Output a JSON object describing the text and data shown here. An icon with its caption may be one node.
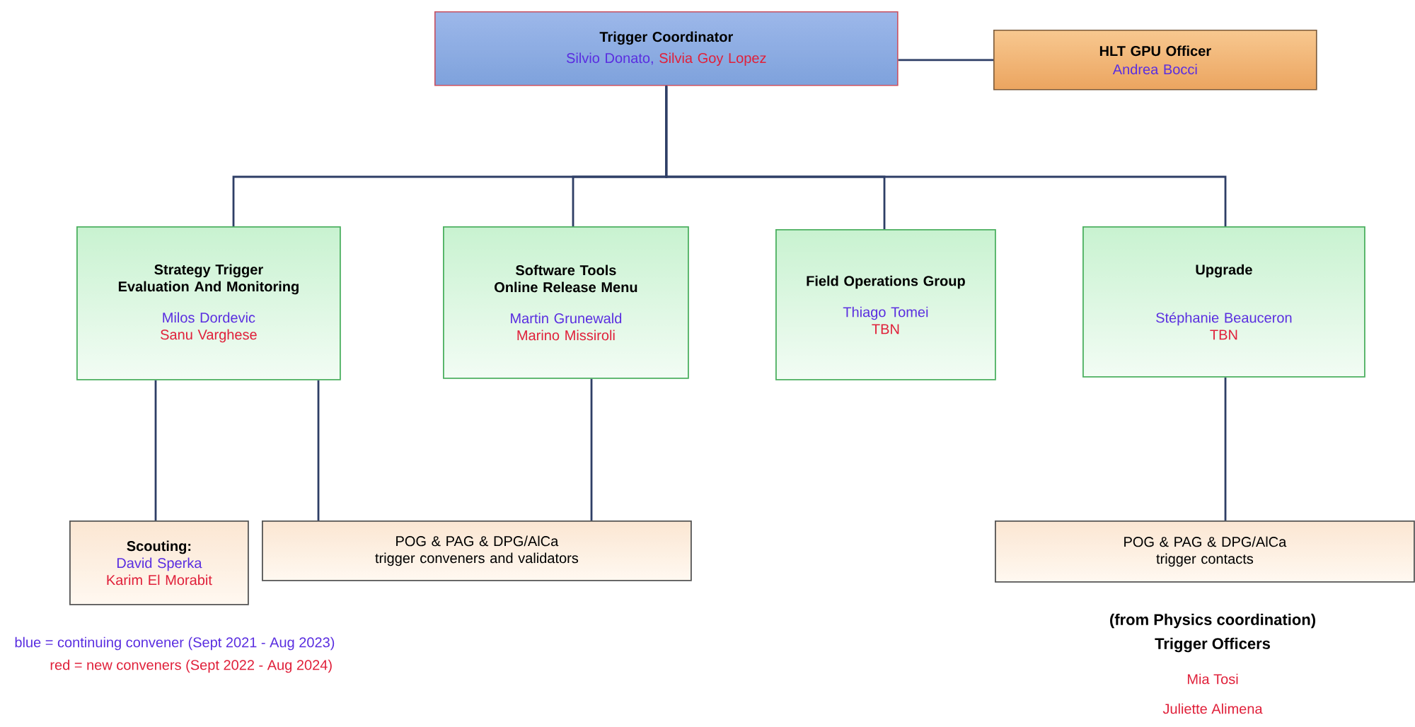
{
  "diagram": {
    "nodes": [
      {
        "text": [
          "Trigger Coordinator",
          "Silvio Donato,",
          "Silvia Goy Lopez"
        ]
      },
      {
        "text": [
          "HLT GPU Officer",
          "Andrea Bocci"
        ]
      },
      {
        "text": [
          "Strategy Trigger Evaluation And Monitoring",
          "Milos Dordevic",
          "Sanu Varghese"
        ]
      },
      {
        "text": [
          "Software Tools Online Release Menu",
          "Martin Grunewald",
          "Marino Missiroli"
        ]
      },
      {
        "text": [
          "Field Operations Group",
          "Thiago Tomei",
          "TBN"
        ]
      },
      {
        "text": [
          "Upgrade",
          "Stéphanie Beauceron",
          "TBN"
        ]
      },
      {
        "text": [
          "Scouting:",
          "David Sperka",
          "Karim El Morabit"
        ]
      },
      {
        "text": [
          "POG & PAG & DPG/AlCa",
          "trigger conveners and validators"
        ]
      },
      {
        "text": [
          "POG & PAG & DPG/AlCa",
          "trigger contacts"
        ]
      }
    ],
    "edges": [
      {
        "from": 0,
        "to": 1,
        "arrow": "none"
      },
      {
        "from": 0,
        "to": 2,
        "arrow": "none"
      },
      {
        "from": 0,
        "to": 3,
        "arrow": "none"
      },
      {
        "from": 0,
        "to": 4,
        "arrow": "none"
      },
      {
        "from": 0,
        "to": 5,
        "arrow": "none"
      },
      {
        "from": 2,
        "to": 6,
        "arrow": "none"
      },
      {
        "from": 2,
        "to": 7,
        "arrow": "none"
      },
      {
        "from": 3,
        "to": 7,
        "arrow": "none"
      },
      {
        "from": 5,
        "to": 8,
        "arrow": "none"
      }
    ],
    "labels": [
      "blue = continuing convener (Sept 2021 - Aug 2023)",
      "red = new conveners (Sept 2022 - Aug 2024)",
      "(from Physics coordination)",
      "Trigger Officers",
      "Mia Tosi",
      "Juliette Alimena"
    ]
  }
}
